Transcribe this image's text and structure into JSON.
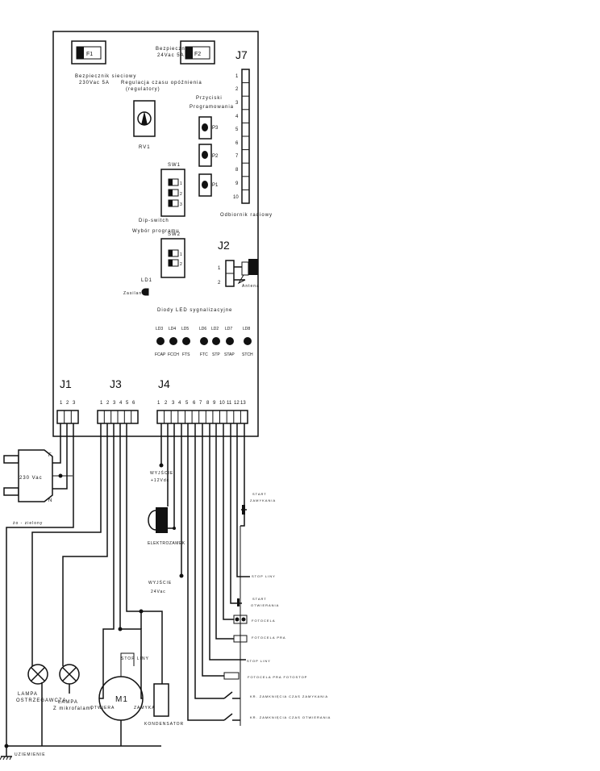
{
  "fuses": {
    "f1_label": "F1",
    "f1_caption": [
      "Bezpiecznik sieciowy",
      "230Vac 5A"
    ],
    "f2_label": "F2",
    "f2_caption": [
      "Bezpiecznik",
      "24Vac 5A"
    ]
  },
  "potentiometer": {
    "caption": [
      "Regulacja czasu opóźnienia",
      "(regulatory)"
    ],
    "label": "RV1"
  },
  "programming_buttons": {
    "caption": [
      "Przyciski",
      "Programowania"
    ],
    "labels": [
      "P3",
      "P2",
      "P1"
    ]
  },
  "dip_switches": {
    "sw1_label": "SW1",
    "sw1_pins": [
      "1",
      "2",
      "3"
    ],
    "caption": [
      "Dip-switch",
      "Wybór programu"
    ],
    "sw2_label": "SW2",
    "sw2_pins": [
      "1",
      "2"
    ]
  },
  "connector_j7": {
    "label": "J7",
    "pins": [
      "1",
      "2",
      "3",
      "4",
      "5",
      "6",
      "7",
      "8",
      "9",
      "10"
    ],
    "caption": "Odbiornik radiowy"
  },
  "connector_j2": {
    "label": "J2",
    "pins": [
      "1",
      "2"
    ],
    "antenna_label": "Antena"
  },
  "power_led": {
    "label": "LD1",
    "caption": "Zasilanie"
  },
  "signal_leds": {
    "caption": "Diody LED sygnalizacyjne",
    "leds": [
      {
        "id": "LD3",
        "name": "FCAP"
      },
      {
        "id": "LD4",
        "name": "FCCH"
      },
      {
        "id": "LD5",
        "name": "FTS"
      },
      {
        "id": "LD6",
        "name": "FTC"
      },
      {
        "id": "LD2",
        "name": "STP"
      },
      {
        "id": "LD7",
        "name": "STAP"
      },
      {
        "id": "LD8",
        "name": "STCH"
      }
    ]
  },
  "terminal_blocks": {
    "j1": {
      "label": "J1",
      "pins": [
        "1",
        "2",
        "3"
      ]
    },
    "j3": {
      "label": "J3",
      "pins": [
        "1",
        "2",
        "3",
        "4",
        "5",
        "6"
      ]
    },
    "j4": {
      "label": "J4",
      "pins": [
        "1",
        "2",
        "3",
        "4",
        "5",
        "6",
        "7",
        "8",
        "9",
        "10",
        "11",
        "12",
        "13"
      ]
    }
  },
  "mains": {
    "plug_label": "230 Vac",
    "f_label": "F",
    "n_label": "N",
    "pe_label": "żo - zielony"
  },
  "outputs": {
    "out_12v": [
      "WYJŚCIE",
      "+12Vdc"
    ],
    "electrolock": "ELEKTROZAMEK",
    "out_24v": [
      "WYJŚCIE",
      "24Vac"
    ]
  },
  "lamps": {
    "warning": [
      "LAMPA",
      "OSTRZEGAWCZA"
    ],
    "courtesy": [
      "LAMPA",
      "Z mikrofalami"
    ]
  },
  "motor": {
    "label": "M1",
    "left_label": "OTWIERA",
    "right_label": "ZAMYKA",
    "stop_label": "STOP LINY",
    "capacitor": "KONDENSATOR"
  },
  "inputs": {
    "start_close": [
      "START",
      "ZAMYKANIA"
    ],
    "stop": "STOP LINY",
    "start_open": [
      "START",
      "OTWIERANIA"
    ],
    "photocell_open": "FOTOCELA",
    "photocell_close": "FOTOCELA PRA",
    "stop_line": "STOP LINY",
    "photocell_stop": "FOTOCELA PRA FOTOSTOP",
    "limit_close": "KR. ZAMKNIĘCIA CZAS ZAMYKANIA",
    "limit_open": "KR. ZAMKNIĘCIA CZAS OTWIERANIA"
  },
  "ground": {
    "label": "UZIEMIENIE"
  }
}
